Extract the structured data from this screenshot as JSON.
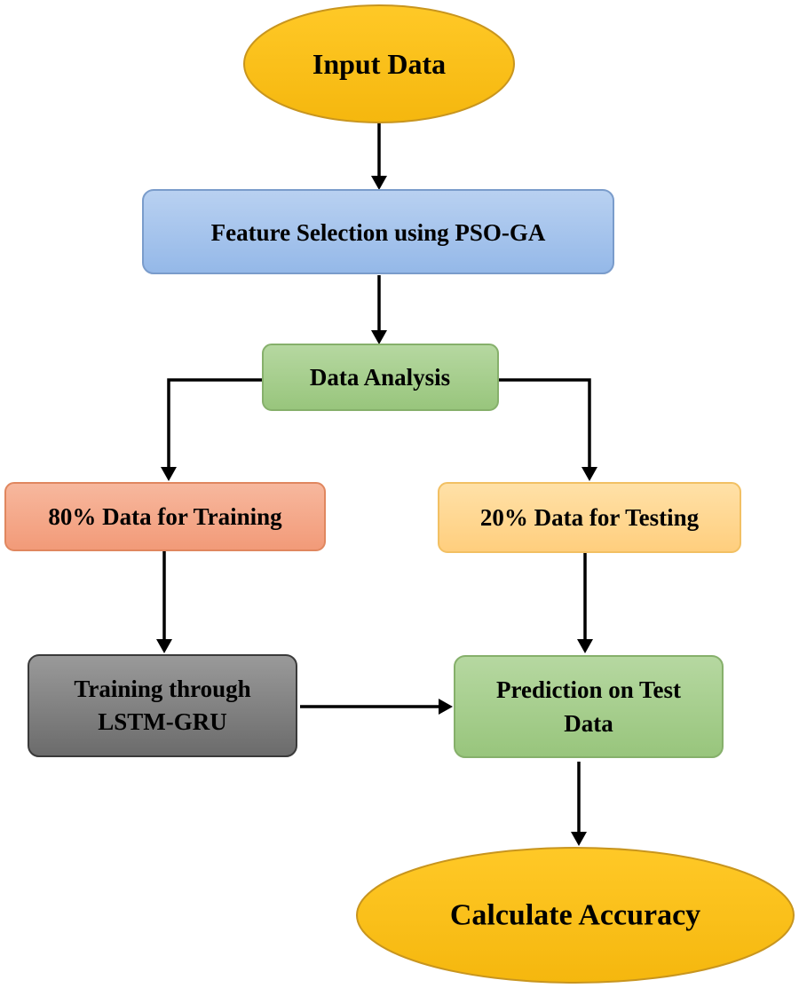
{
  "nodes": {
    "input_data": {
      "label": "Input Data",
      "fill": "#FBBF1A"
    },
    "feature_selection": {
      "label": "Feature Selection using PSO-GA",
      "fill": "#A2C2EC"
    },
    "data_analysis": {
      "label": "Data Analysis",
      "fill": "#A6CF8C"
    },
    "training_split": {
      "label": "80% Data for Training",
      "fill": "#F4A88A"
    },
    "testing_split": {
      "label": "20% Data for Testing",
      "fill": "#FFD68F"
    },
    "training_model": {
      "label_line1": "Training through",
      "label_line2": "LSTM-GRU",
      "fill": "#808080"
    },
    "prediction": {
      "label_line1": "Prediction on Test",
      "label_line2": "Data",
      "fill": "#A6CF8C"
    },
    "calculate_accuracy": {
      "label": "Calculate Accuracy",
      "fill": "#FBBF1A"
    }
  },
  "colors": {
    "ellipse_stroke": "#C8951E",
    "feature_stroke": "#7A9CCB",
    "green_stroke": "#86B06B",
    "training_stroke": "#E0875F",
    "testing_stroke": "#F2C063",
    "gray_stroke": "#3A3A3A",
    "arrow": "#000000"
  }
}
